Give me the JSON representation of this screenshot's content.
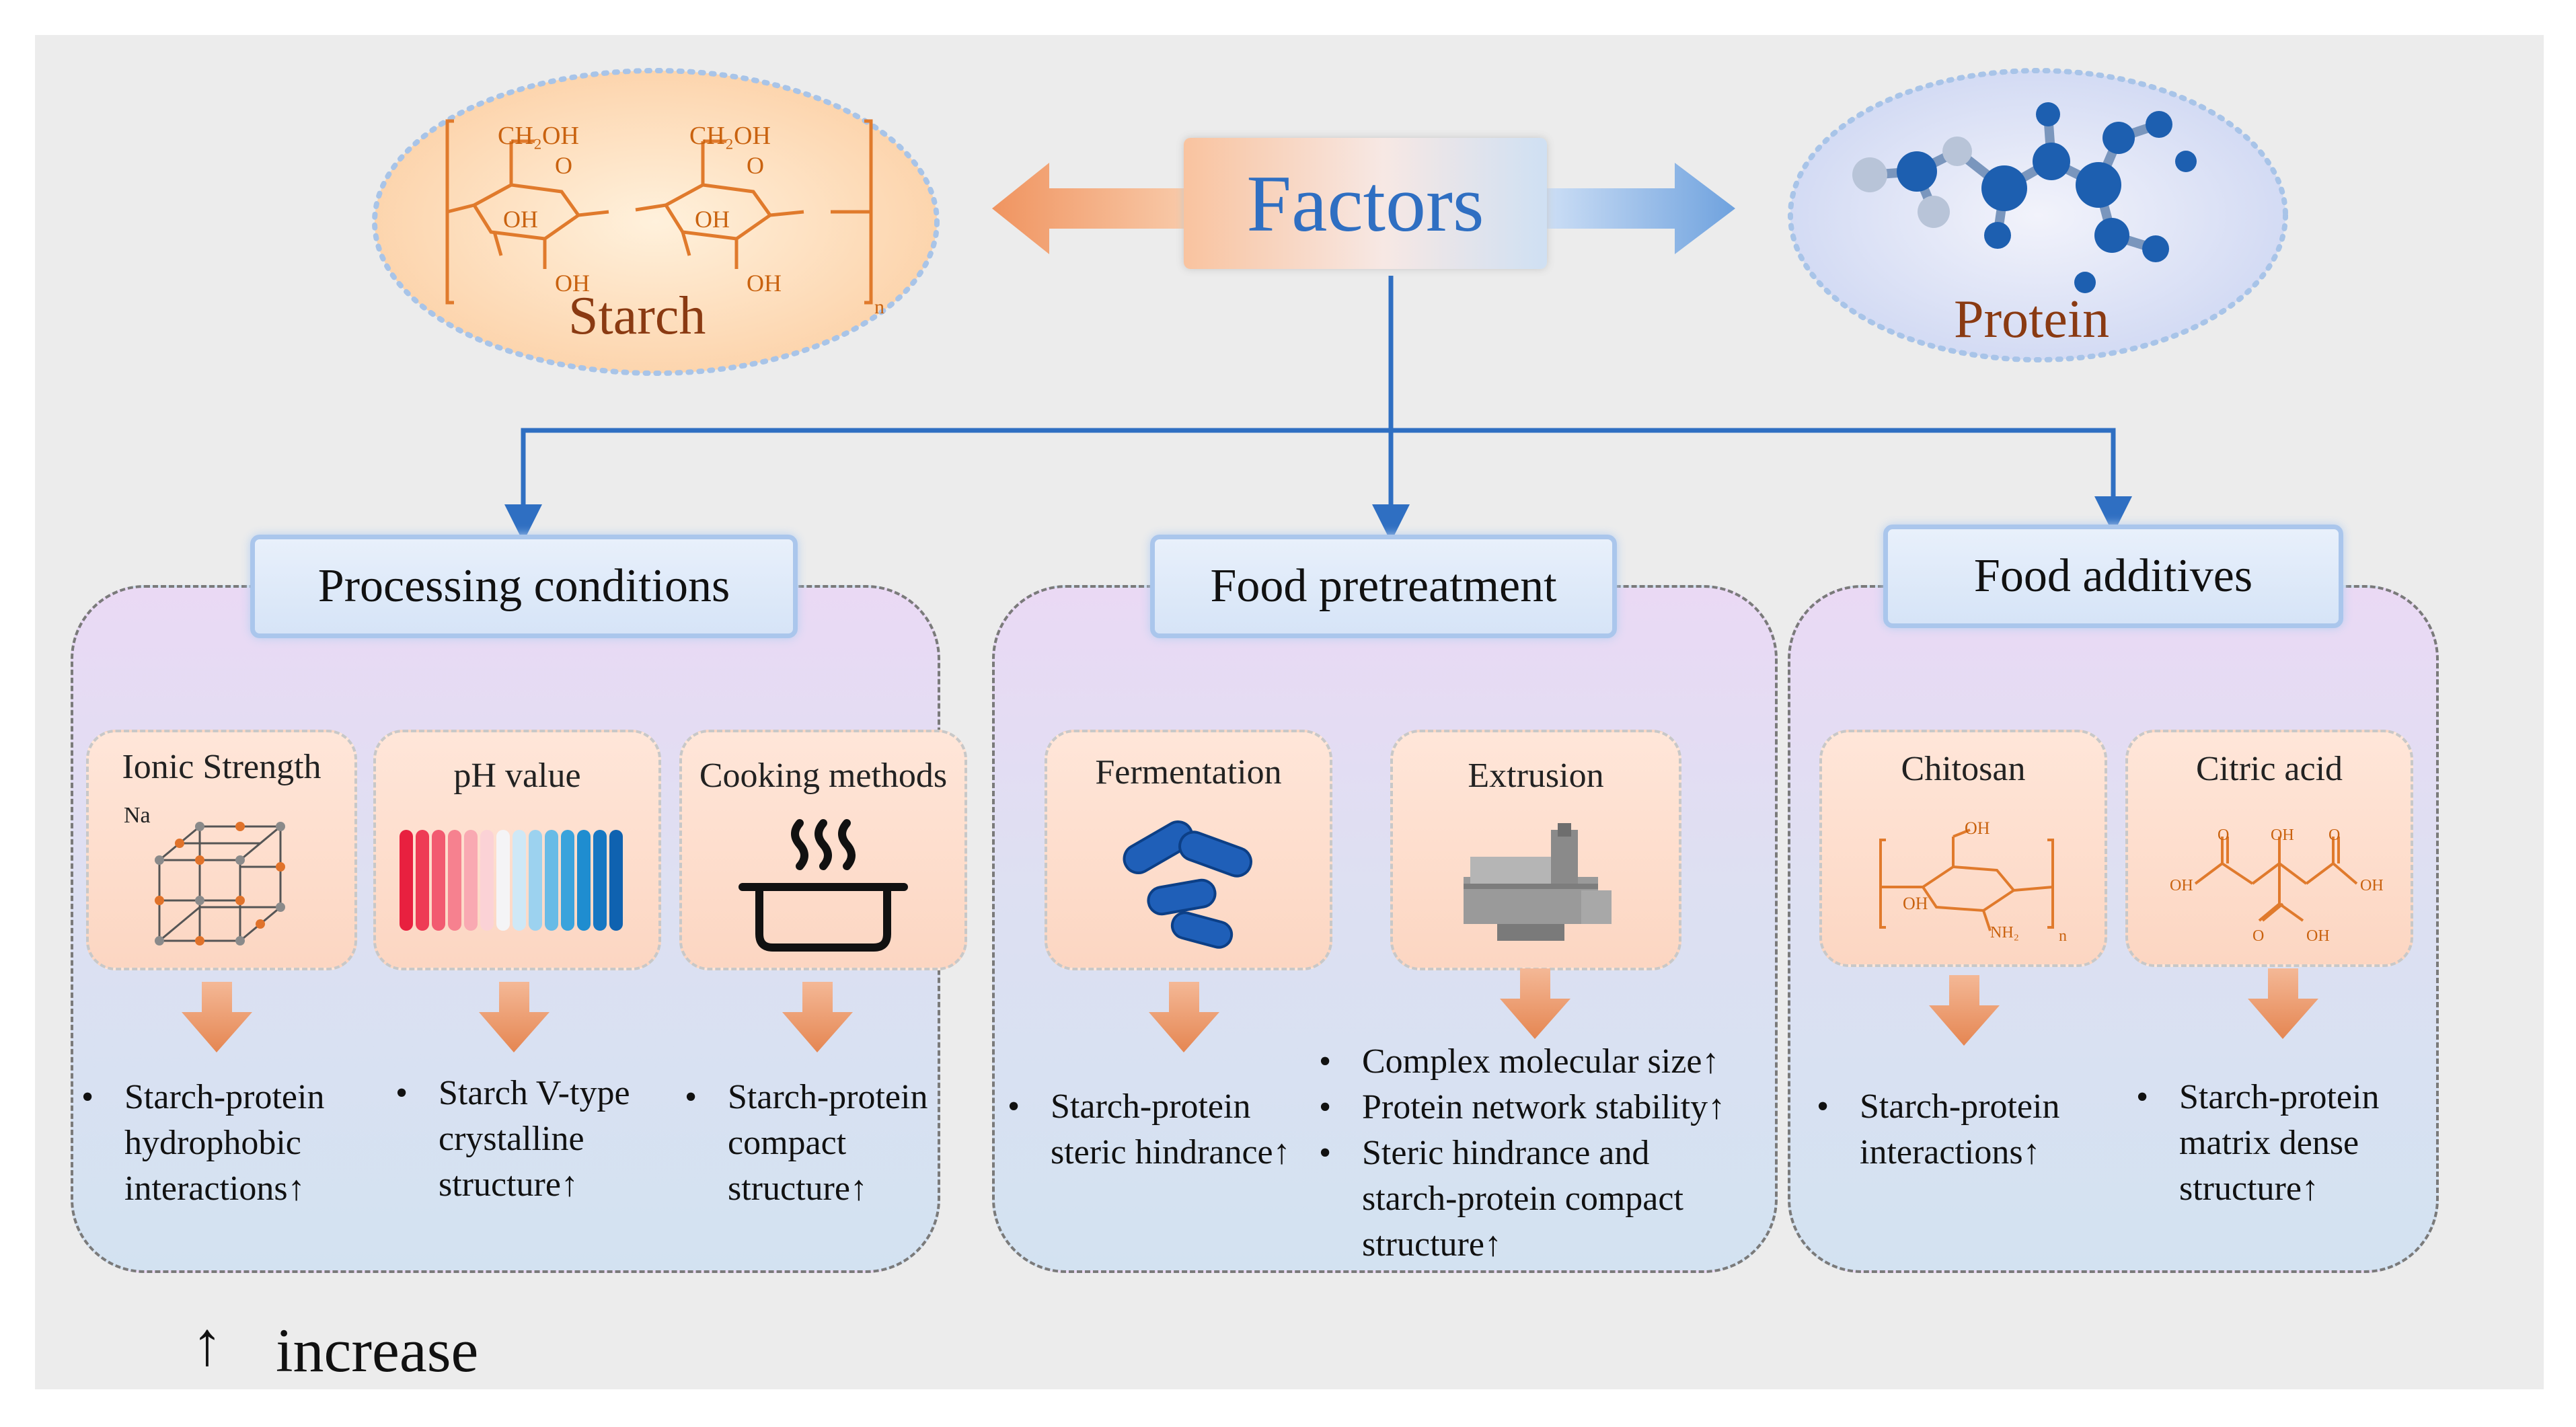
{
  "header": {
    "title": "Factors"
  },
  "sources": {
    "starch": "Starch",
    "protein": "Protein"
  },
  "starch_formula": {
    "ch2oh": "CH₂OH",
    "oh": "OH",
    "o": "O",
    "n": "n"
  },
  "categories": [
    {
      "title": "Processing conditions",
      "cards": [
        {
          "title": "Ionic Strength",
          "sublabel": "Na",
          "icon": "crystal-lattice-icon",
          "effect": "Starch-protein\nhydrophobic\ninteractions↑"
        },
        {
          "title": "pH value",
          "icon": "ph-gradient-icon",
          "effect": "Starch V-type\ncrystalline\nstructure↑"
        },
        {
          "title": "Cooking methods",
          "icon": "cooking-pot-icon",
          "effect": "Starch-protein\ncompact\nstructure↑"
        }
      ]
    },
    {
      "title": "Food pretreatment",
      "cards": [
        {
          "title": "Fermentation",
          "icon": "bacteria-icon",
          "effect": "Starch-protein\nsteric hindrance↑"
        },
        {
          "title": "Extrusion",
          "icon": "extruder-machine-icon",
          "effects": [
            "Complex molecular size↑",
            "Protein network stability↑",
            "Steric hindrance and\nstarch-protein compact\nstructure↑"
          ]
        }
      ]
    },
    {
      "title": "Food additives",
      "cards": [
        {
          "title": "Chitosan",
          "icon": "chitosan-structure-icon",
          "formula": {
            "oh": "OH",
            "nh2": "NH₂",
            "n": "n"
          },
          "effect": "Starch-protein\ninteractions↑"
        },
        {
          "title": "Citric acid",
          "icon": "citric-acid-structure-icon",
          "formula": {
            "oh": "OH",
            "o": "O"
          },
          "effect": "Starch-protein\nmatrix dense\nstructure↑"
        }
      ]
    }
  ],
  "legend": {
    "symbol": "↑",
    "label": "increase"
  },
  "colors": {
    "flow_arrow": "#2f6fc2",
    "effect_arrow": "#ec9a68",
    "starch_structure": "#e07a2c",
    "protein_atom": "#1d5fb0"
  }
}
